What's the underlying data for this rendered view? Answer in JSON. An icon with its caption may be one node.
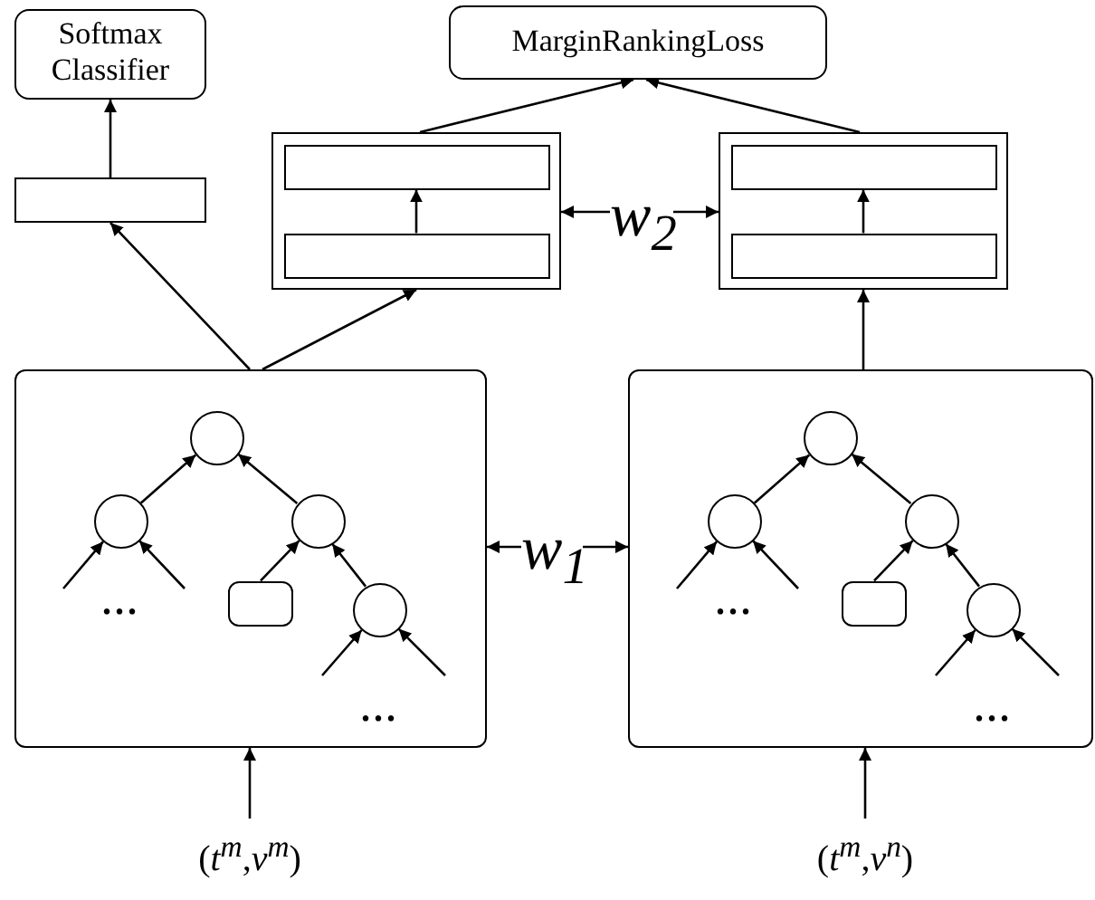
{
  "diagram": {
    "nodes": [
      {
        "text": [
          "Softmax Classifier"
        ]
      },
      {
        "text": [
          "MarginRankingLoss"
        ]
      },
      {
        "text": [],
        "shape": "box"
      },
      {
        "text": [],
        "shape": "box"
      },
      {
        "text": [],
        "shape": "box",
        "in": 3
      },
      {
        "text": [],
        "shape": "box",
        "in": 3
      },
      {
        "text": [],
        "shape": "box"
      },
      {
        "text": [],
        "shape": "box",
        "in": 6
      },
      {
        "text": [],
        "shape": "box",
        "in": 6
      },
      {
        "text": [
          "*w*$_{2}$"
        ]
      },
      {
        "text": [],
        "shape": "box"
      },
      {
        "text": [],
        "shape": "circle",
        "in": 10
      },
      {
        "text": [],
        "shape": "circle",
        "in": 10
      },
      {
        "text": [],
        "shape": "circle",
        "in": 10
      },
      {
        "text": [],
        "shape": "box",
        "in": 10
      },
      {
        "text": [],
        "shape": "circle",
        "in": 10
      },
      {
        "text": [
          "*w*$_{1}$"
        ]
      },
      {
        "text": [],
        "shape": "box"
      },
      {
        "text": [],
        "shape": "circle",
        "in": 17
      },
      {
        "text": [],
        "shape": "circle",
        "in": 17
      },
      {
        "text": [],
        "shape": "circle",
        "in": 17
      },
      {
        "text": [],
        "shape": "box",
        "in": 17
      },
      {
        "text": [],
        "shape": "circle",
        "in": 17
      },
      {
        "text": [
          "(*t*$^{m}$,*v*$^{m}$)"
        ]
      },
      {
        "text": [
          "(*t*$^{m}$,*v*$^{n}$)"
        ]
      }
    ],
    "edges": [
      {
        "from": 2,
        "to": 0,
        "arrow": "to"
      },
      {
        "from": 10,
        "to": 2,
        "arrow": "to"
      },
      {
        "from": 10,
        "to": 3,
        "arrow": "to"
      },
      {
        "from": 3,
        "to": 1,
        "arrow": "to"
      },
      {
        "from": 6,
        "to": 1,
        "arrow": "to"
      },
      {
        "from": 5,
        "to": 4,
        "arrow": "to"
      },
      {
        "from": 8,
        "to": 7,
        "arrow": "to"
      },
      {
        "from": 17,
        "to": 6,
        "arrow": "to"
      },
      {
        "from": 9,
        "to": 3,
        "arrow": "to"
      },
      {
        "from": 9,
        "to": 6,
        "arrow": "to"
      },
      {
        "from": 12,
        "to": 11,
        "arrow": "to"
      },
      {
        "from": 13,
        "to": 11,
        "arrow": "to"
      },
      {
        "from": 14,
        "to": 13,
        "arrow": "to"
      },
      {
        "from": 15,
        "to": 13,
        "arrow": "to"
      },
      {
        "from": null,
        "to": 12,
        "arrow": "to"
      },
      {
        "from": null,
        "to": 12,
        "arrow": "to"
      },
      {
        "from": null,
        "to": 15,
        "arrow": "to"
      },
      {
        "from": null,
        "to": 15,
        "arrow": "to"
      },
      {
        "from": 16,
        "to": 10,
        "arrow": "to"
      },
      {
        "from": 16,
        "to": 17,
        "arrow": "to"
      },
      {
        "from": 19,
        "to": 18,
        "arrow": "to"
      },
      {
        "from": 20,
        "to": 18,
        "arrow": "to"
      },
      {
        "from": 21,
        "to": 20,
        "arrow": "to"
      },
      {
        "from": 22,
        "to": 20,
        "arrow": "to"
      },
      {
        "from": null,
        "to": 19,
        "arrow": "to"
      },
      {
        "from": null,
        "to": 19,
        "arrow": "to"
      },
      {
        "from": null,
        "to": 22,
        "arrow": "to"
      },
      {
        "from": null,
        "to": 22,
        "arrow": "to"
      },
      {
        "from": 23,
        "to": 10,
        "arrow": "to"
      },
      {
        "from": 24,
        "to": 17,
        "arrow": "to"
      }
    ],
    "labels": [
      "...",
      "...",
      "...",
      "..."
    ]
  }
}
